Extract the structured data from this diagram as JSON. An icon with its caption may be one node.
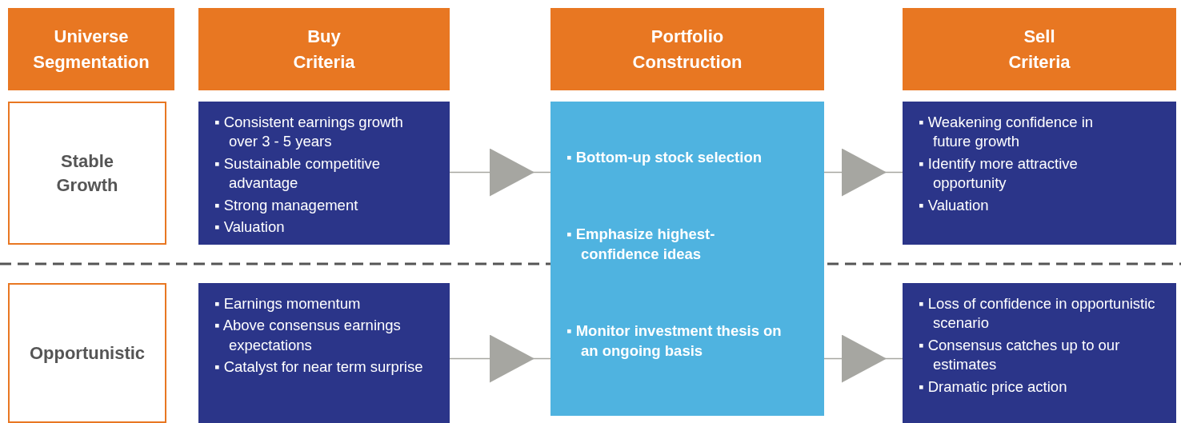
{
  "diagram": {
    "nodes": [
      {
        "text": [
          "Universe Segmentation"
        ]
      },
      {
        "text": [
          "Buy Criteria"
        ]
      },
      {
        "text": [
          "Portfolio Construction"
        ]
      },
      {
        "text": [
          "Sell Criteria"
        ]
      },
      {
        "text": [
          "Stable Growth"
        ]
      },
      {
        "text": [
          "▪ Consistent earnings growth over 3 - 5 years",
          "▪ Sustainable competitive advantage",
          "▪ Strong management",
          "▪ Valuation"
        ]
      },
      {
        "text": [
          "▪ Bottom-up stock selection",
          "▪ Emphasize highest-confidence ideas",
          "▪ Monitor investment thesis on an ongoing basis"
        ]
      },
      {
        "text": [
          "▪ Weakening confidence in future growth",
          "▪ Identify more attractive opportunity",
          "▪ Valuation"
        ]
      },
      {
        "text": [
          "Opportunistic"
        ]
      },
      {
        "text": [
          "▪ Earnings momentum",
          "▪ Above consensus earnings expectations",
          "▪ Catalyst for near term surprise"
        ]
      },
      {
        "text": [
          "▪ Loss of confidence in opportunistic scenario",
          "▪ Consensus catches up to our estimates",
          "▪ Dramatic price action"
        ]
      }
    ],
    "edges": [
      {
        "from": 5,
        "to": 6,
        "arrow": "to"
      },
      {
        "from": 6,
        "to": 7,
        "arrow": "to"
      },
      {
        "from": 9,
        "to": 6,
        "arrow": "to"
      },
      {
        "from": 6,
        "to": 10,
        "arrow": "to"
      }
    ]
  }
}
